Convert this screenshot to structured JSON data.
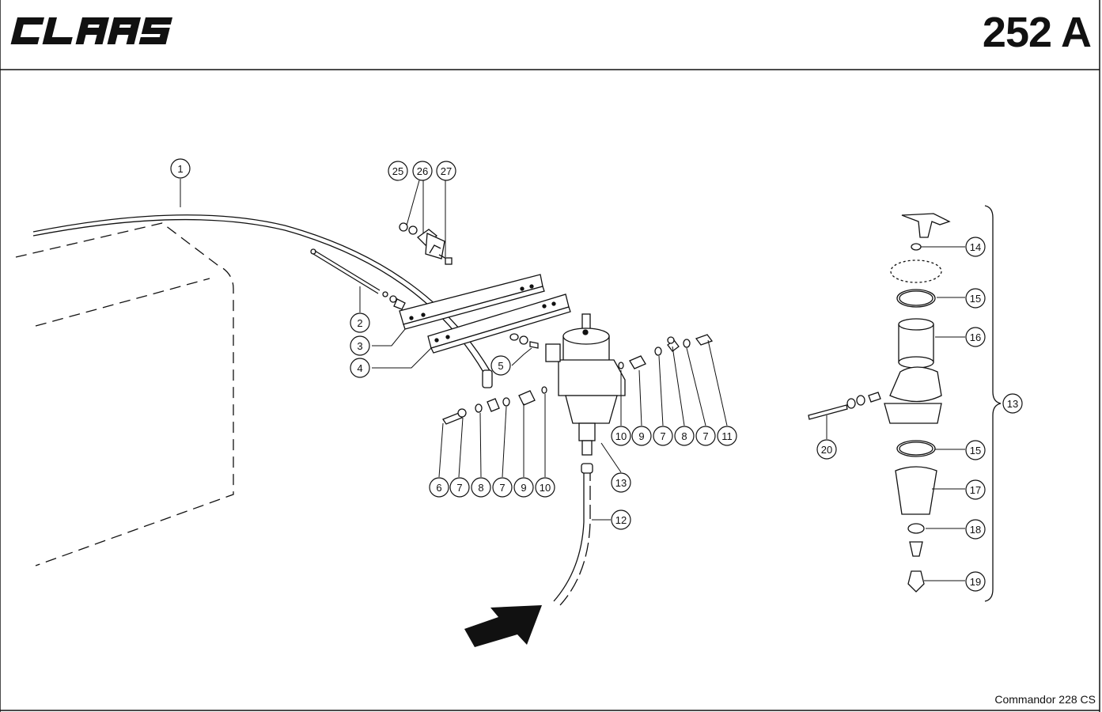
{
  "header": {
    "brand": "CLAAS",
    "page_number": "252 A"
  },
  "footer": {
    "model": "Commandor 228 CS"
  },
  "callouts": [
    {
      "id": "c1",
      "label": "1"
    },
    {
      "id": "c2",
      "label": "2"
    },
    {
      "id": "c3",
      "label": "3"
    },
    {
      "id": "c4",
      "label": "4"
    },
    {
      "id": "c5",
      "label": "5"
    },
    {
      "id": "c6",
      "label": "6"
    },
    {
      "id": "c7a",
      "label": "7"
    },
    {
      "id": "c8a",
      "label": "8"
    },
    {
      "id": "c7b",
      "label": "7"
    },
    {
      "id": "c9a",
      "label": "9"
    },
    {
      "id": "c10a",
      "label": "10"
    },
    {
      "id": "c10b",
      "label": "10"
    },
    {
      "id": "c9b",
      "label": "9"
    },
    {
      "id": "c7c",
      "label": "7"
    },
    {
      "id": "c8b",
      "label": "8"
    },
    {
      "id": "c7d",
      "label": "7"
    },
    {
      "id": "c11",
      "label": "11"
    },
    {
      "id": "c12",
      "label": "12"
    },
    {
      "id": "c13a",
      "label": "13"
    },
    {
      "id": "c25",
      "label": "25"
    },
    {
      "id": "c26",
      "label": "26"
    },
    {
      "id": "c27",
      "label": "27"
    },
    {
      "id": "c14",
      "label": "14"
    },
    {
      "id": "c15a",
      "label": "15"
    },
    {
      "id": "c16",
      "label": "16"
    },
    {
      "id": "c13b",
      "label": "13"
    },
    {
      "id": "c20",
      "label": "20"
    },
    {
      "id": "c15b",
      "label": "15"
    },
    {
      "id": "c17",
      "label": "17"
    },
    {
      "id": "c18",
      "label": "18"
    },
    {
      "id": "c19",
      "label": "19"
    }
  ]
}
